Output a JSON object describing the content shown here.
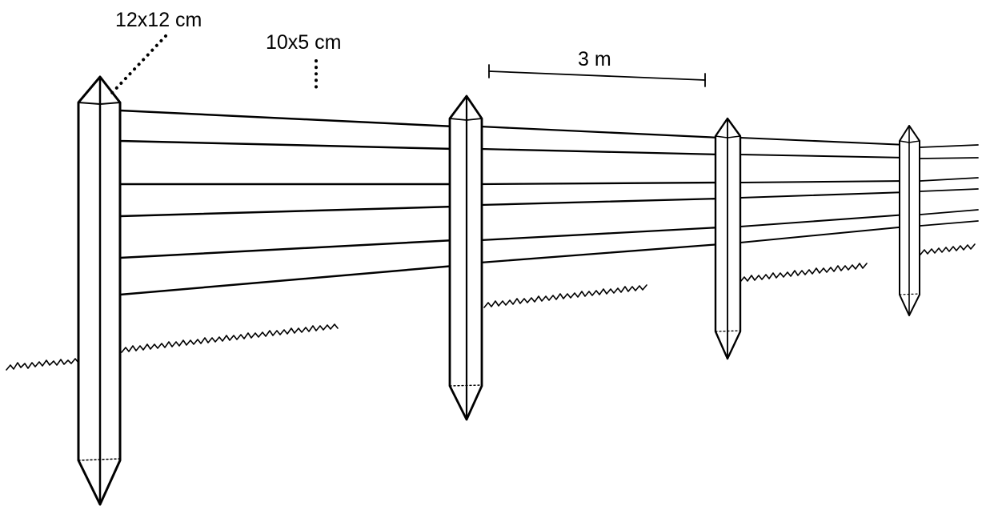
{
  "labels": {
    "post_size": "12x12 cm",
    "rail_size": "10x5 cm",
    "post_spacing": "3 m"
  },
  "colors": {
    "ink": "#000000",
    "background": "#ffffff"
  }
}
